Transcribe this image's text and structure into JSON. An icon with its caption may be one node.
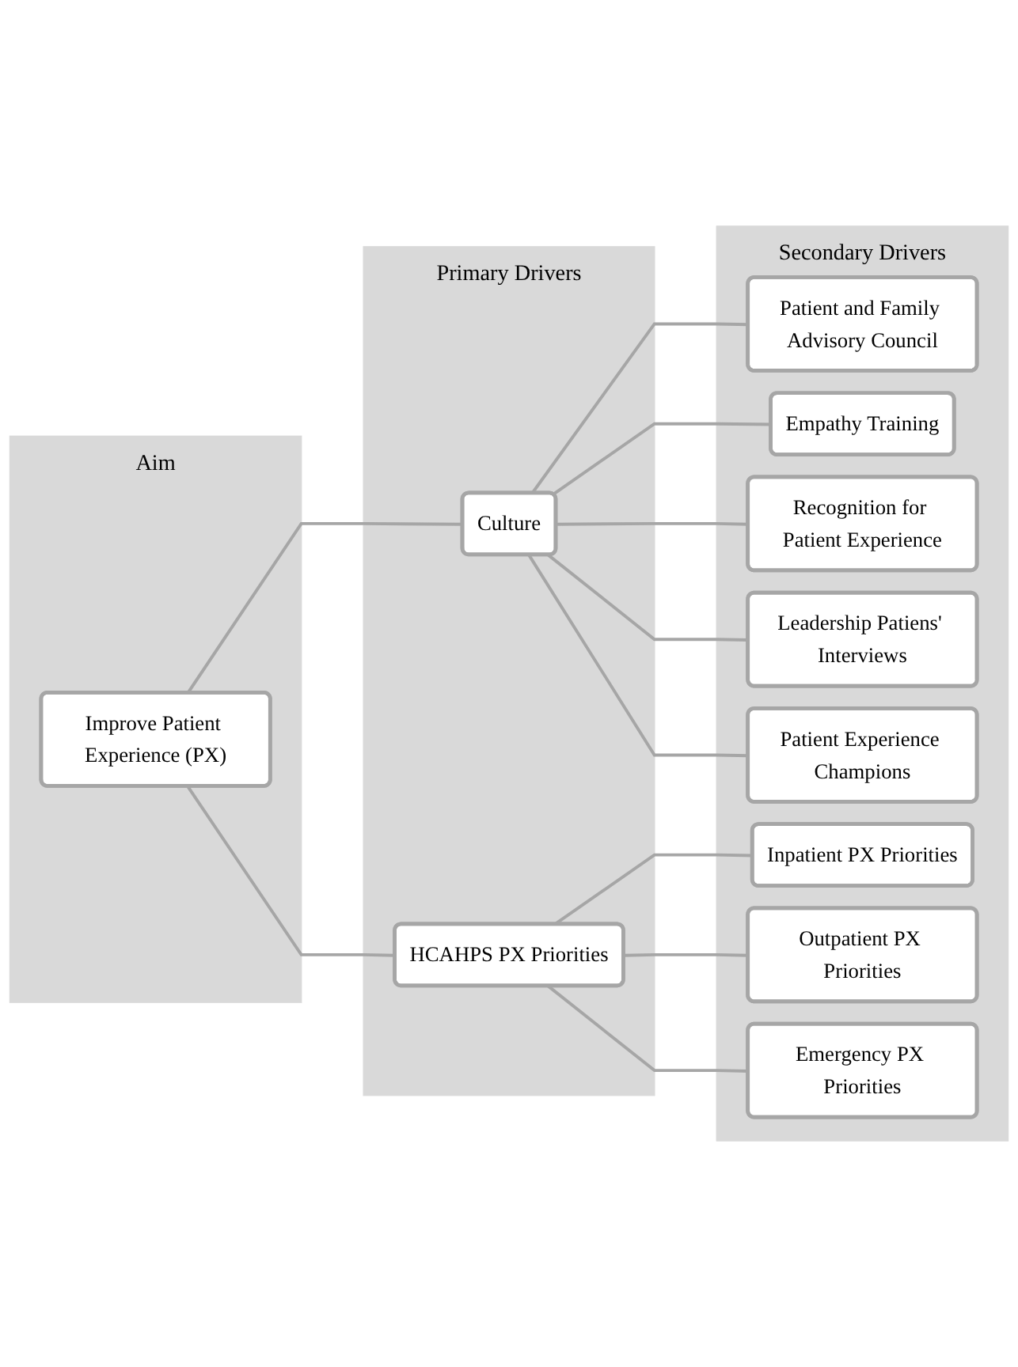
{
  "diagram": {
    "nodes": [
      {
        "text": [
          "Aim"
        ]
      },
      {
        "text": [
          "Primary Drivers"
        ]
      },
      {
        "text": [
          "Secondary Drivers"
        ]
      },
      {
        "text": [
          "Improve Patient Experience (PX)"
        ],
        "in": 0
      },
      {
        "text": [
          "Culture"
        ],
        "in": 1
      },
      {
        "text": [
          "HCAHPS PX Priorities"
        ],
        "in": 1
      },
      {
        "text": [
          "Patient and Family Advisory Council"
        ],
        "in": 2
      },
      {
        "text": [
          "Empathy Training"
        ],
        "in": 2
      },
      {
        "text": [
          "Recognition for Patient Experience"
        ],
        "in": 2
      },
      {
        "text": [
          "Leadership Patiens' Interviews"
        ],
        "in": 2
      },
      {
        "text": [
          "Patient Experience Champions"
        ],
        "in": 2
      },
      {
        "text": [
          "Inpatient PX Priorities"
        ],
        "in": 2
      },
      {
        "text": [
          "Outpatient PX Priorities"
        ],
        "in": 2
      },
      {
        "text": [
          "Emergency PX Priorities"
        ],
        "in": 2
      }
    ],
    "edges": [
      {
        "from": 3,
        "to": 4,
        "arrow": "none"
      },
      {
        "from": 3,
        "to": 5,
        "arrow": "none"
      },
      {
        "from": 4,
        "to": 6,
        "arrow": "none"
      },
      {
        "from": 4,
        "to": 7,
        "arrow": "none"
      },
      {
        "from": 4,
        "to": 8,
        "arrow": "none"
      },
      {
        "from": 4,
        "to": 9,
        "arrow": "none"
      },
      {
        "from": 4,
        "to": 10,
        "arrow": "none"
      },
      {
        "from": 5,
        "to": 11,
        "arrow": "none"
      },
      {
        "from": 5,
        "to": 12,
        "arrow": "none"
      },
      {
        "from": 5,
        "to": 13,
        "arrow": "none"
      }
    ]
  }
}
